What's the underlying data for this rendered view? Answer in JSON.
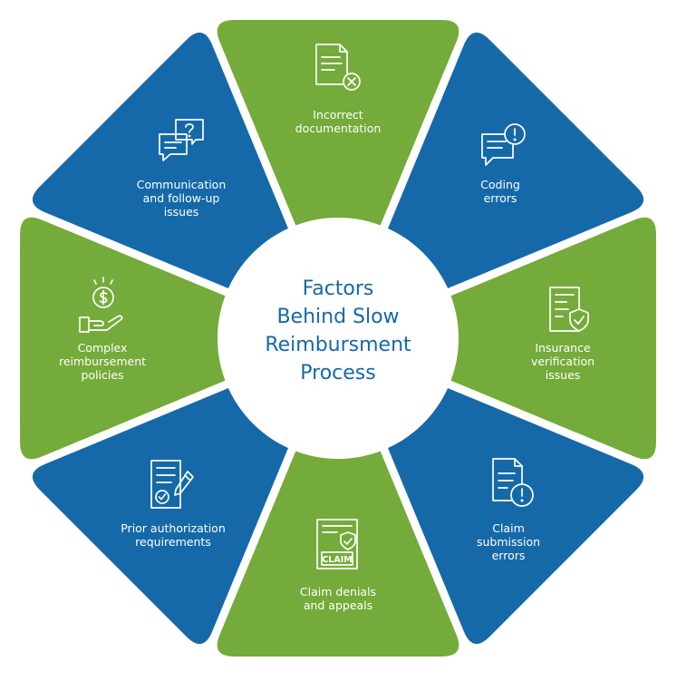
{
  "center": {
    "title": "Factors\nBehind Slow\nReimbursment\nProcess"
  },
  "colors": {
    "green": "#74ab3a",
    "blue": "#1569a8",
    "center_text": "#1569a8"
  },
  "segments": [
    {
      "label": "Incorrect\ndocumentation",
      "icon": "document-x-icon",
      "color": "green"
    },
    {
      "label": "Coding\nerrors",
      "icon": "chat-alert-icon",
      "color": "blue"
    },
    {
      "label": "Insurance\nverification\nissues",
      "icon": "document-shield-icon",
      "color": "green"
    },
    {
      "label": "Claim\nsubmission\nerrors",
      "icon": "document-alert-icon",
      "color": "blue"
    },
    {
      "label": "Claim denials\nand appeals",
      "icon": "claim-form-icon",
      "color": "green",
      "icon_text": "CLAIM"
    },
    {
      "label": "Prior authorization\nrequirements",
      "icon": "document-pen-icon",
      "color": "blue"
    },
    {
      "label": "Complex\nreimbursement\npolicies",
      "icon": "hand-dollar-icon",
      "color": "green"
    },
    {
      "label": "Communication\nand follow-up\nissues",
      "icon": "chat-question-icon",
      "color": "blue"
    }
  ]
}
